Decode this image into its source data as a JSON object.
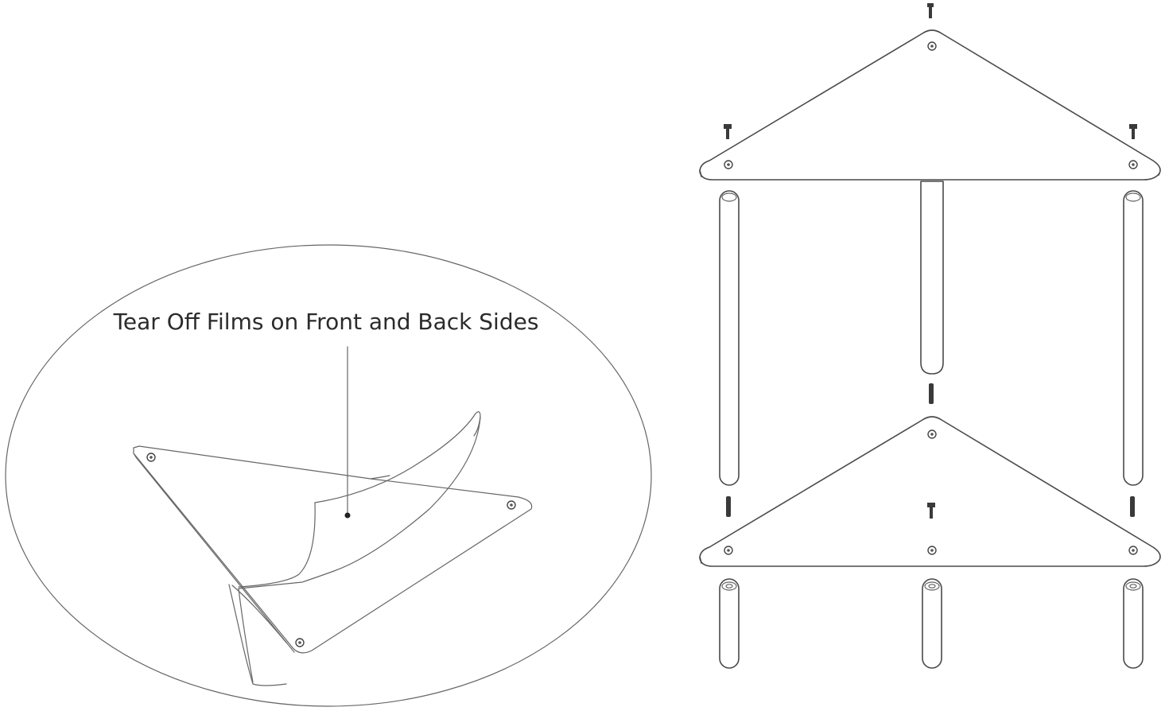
{
  "callout": {
    "label": "Tear Off Films on Front and Back Sides"
  },
  "colors": {
    "line": "#4a4a4a",
    "text": "#2b2b2b",
    "background": "#ffffff"
  },
  "diagram": {
    "parts": [
      "top-shelf",
      "middle-shelf",
      "film-detail",
      "upper-legs",
      "lower-legs",
      "screws",
      "connector-studs"
    ]
  }
}
